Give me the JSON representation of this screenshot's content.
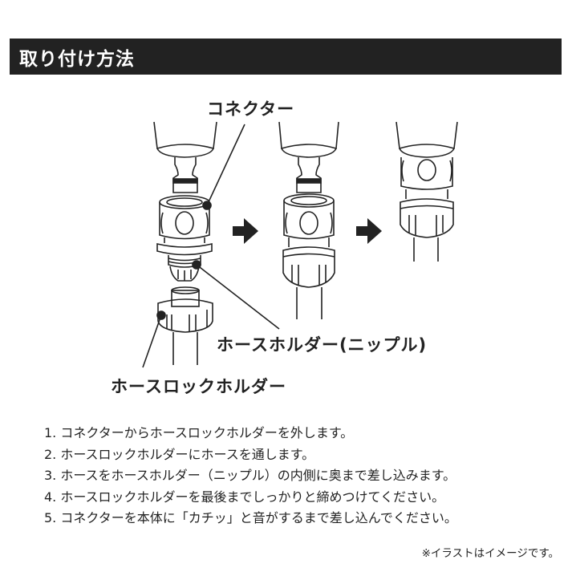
{
  "header": {
    "title": "取り付け方法"
  },
  "diagram": {
    "labels": {
      "connector": "コネクター",
      "hose_holder": "ホースホルダー(ニップル)",
      "hose_lock_holder": "ホースロックホルダー"
    },
    "icons": [
      "right-arrow-icon",
      "right-arrow-icon"
    ]
  },
  "steps": [
    "1. コネクターからホースロックホルダーを外します。",
    "2. ホースロックホルダーにホースを通します。",
    "3. ホースをホースホルダー（ニップル）の内側に奥まで差し込みます。",
    "4. ホースロックホルダーを最後までしっかりと締めつけてください。",
    "5. コネクターを本体に「カチッ」と音がするまで差し込んでください。"
  ],
  "note": "※イラストはイメージです。",
  "colors": {
    "header_bg": "#222222",
    "header_text": "#ffffff",
    "ink": "#222222"
  }
}
